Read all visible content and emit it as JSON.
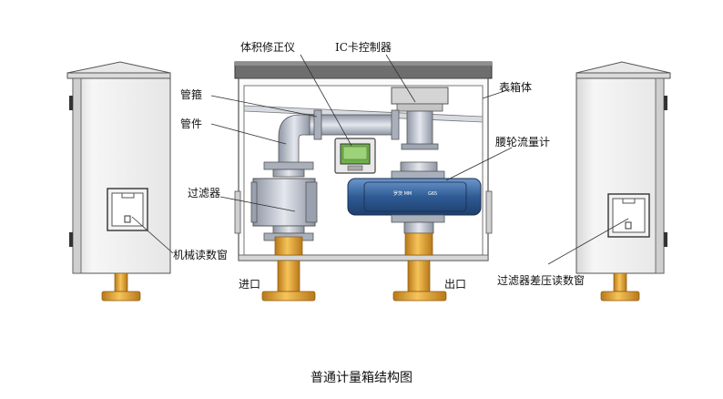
{
  "labels": {
    "volume_corrector": "体积修正仪",
    "ic_controller": "IC卡控制器",
    "pipe_hoop": "管箍",
    "pipe_fitting": "管件",
    "meter_box": "表箱体",
    "roots_meter": "腰轮流量计",
    "filter": "过滤器",
    "mech_window": "机械读数窗",
    "inlet": "进口",
    "outlet": "出口",
    "filter_dp_window": "过滤器差压读数窗"
  },
  "meter_text": {
    "brand": "罗茨 MM",
    "model": "G65"
  },
  "caption": "普通计量箱结构图",
  "colors": {
    "flange_orange": "#E0A030",
    "pipe_gray": "#C8CCD6",
    "meter_blue": "#3F6FA8",
    "box_light": "#F4F4F4",
    "outline": "#444444"
  }
}
